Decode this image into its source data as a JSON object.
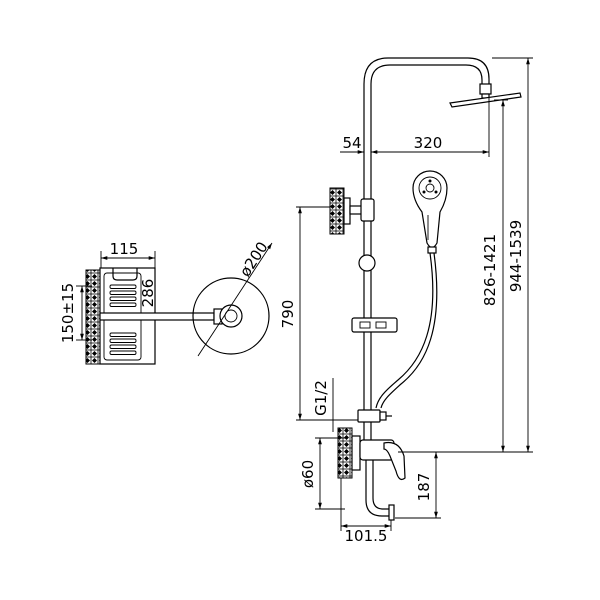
{
  "drawing": {
    "top_view": {
      "basket_width": "115",
      "basket_depth": "286",
      "wall_clearance": "150±15",
      "head_diameter": "ø200"
    },
    "front_view": {
      "arm_offset": "54",
      "arm_length": "320",
      "bracket_height": "790",
      "head_height_range": "826-1421",
      "overall_height_range": "944-1539",
      "inlet_thread": "G1/2",
      "flange_diameter": "ø60",
      "spout_height": "187",
      "spout_projection": "101.5"
    }
  },
  "colors": {
    "line": "#000000",
    "background": "#ffffff"
  }
}
